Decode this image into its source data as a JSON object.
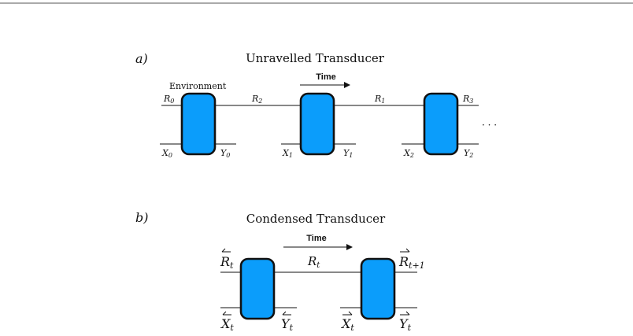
{
  "panel_a": {
    "label": "a)",
    "title": "Unravelled Transducer",
    "environment_label": "Environment",
    "time_label": "Time",
    "ellipsis": "· · ·",
    "wire_labels": {
      "r0": "R",
      "r0_sub": "0",
      "r2": "R",
      "r2_sub": "2",
      "r1": "R",
      "r1_sub": "1",
      "r3": "R",
      "r3_sub": "3",
      "x0": "X",
      "x0_sub": "0",
      "y0": "Y",
      "y0_sub": "0",
      "x1": "X",
      "x1_sub": "1",
      "y1": "Y",
      "y1_sub": "1",
      "x2": "X",
      "x2_sub": "2",
      "y2": "Y",
      "y2_sub": "2"
    }
  },
  "panel_b": {
    "label": "b)",
    "title": "Condensed Transducer",
    "time_label": "Time",
    "wire_labels": {
      "r_left": "R",
      "r_left_sub": "t",
      "r_mid": "R",
      "r_mid_sub": "t",
      "r_right": "R",
      "r_right_sub": "t+1",
      "x_left": "X",
      "x_left_sub": "t",
      "y_left": "Y",
      "y_left_sub": "t",
      "x_right": "X",
      "x_right_sub": "t",
      "y_right": "Y",
      "y_right_sub": "t"
    },
    "arrow_directions": {
      "r_left": "left",
      "x_left": "left",
      "y_left": "left",
      "r_right": "right",
      "x_right": "right",
      "y_right": "right"
    }
  },
  "colors": {
    "box_fill": "#0b9dfb",
    "outline": "#111111"
  }
}
